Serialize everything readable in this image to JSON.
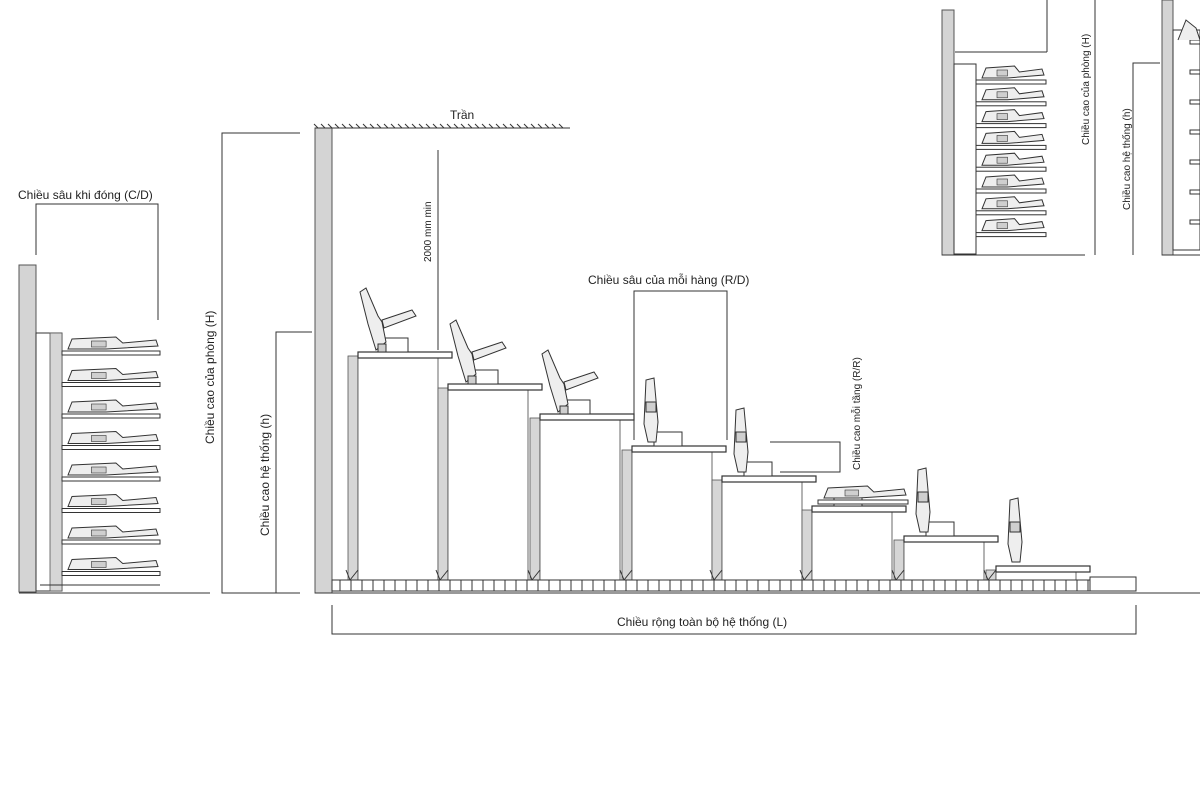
{
  "labels": {
    "closed_depth": "Chiều sâu khi đóng (C/D)",
    "ceiling": "Trần",
    "clearance": "2000 mm min",
    "room_height": "Chiều cao của phòng (H)",
    "system_height": "Chiều cao hệ thống (h)",
    "row_depth": "Chiều sâu của mỗi hàng (R/D)",
    "row_rise": "Chiều cao mỗi tầng (R/R)",
    "total_width": "Chiều rộng toàn bộ hệ thống (L)"
  },
  "inset": {
    "room_height": "Chiều cao của phòng (H)",
    "system_height": "Chiều cao hệ thống (h)"
  },
  "stacked_rows": 8,
  "tiers": 8
}
